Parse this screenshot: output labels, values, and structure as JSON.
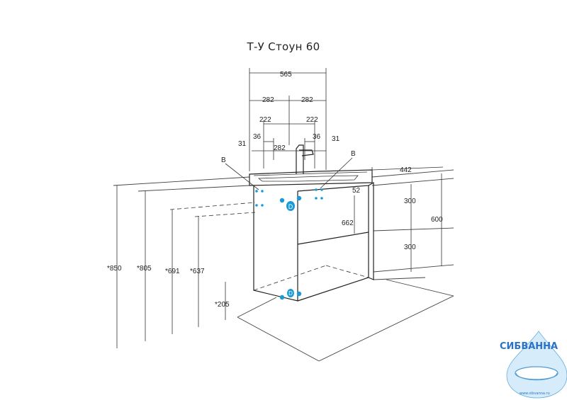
{
  "title": "Т-У Стоун 60",
  "dimensions": {
    "width_total": "565",
    "half_left": "282",
    "half_right": "282",
    "inner_left": "222",
    "inner_right": "222",
    "offset_left": "36",
    "offset_right": "36",
    "offset_left_31": "31",
    "offset_right_31": "31",
    "mid_282": "282",
    "depth": "442",
    "height_52": "52",
    "height_300_top": "300",
    "height_300_bottom": "300",
    "height_600": "600",
    "height_662": "662",
    "h_850": "*850",
    "h_805": "*805",
    "h_691": "*691",
    "h_637": "*637",
    "h_205": "*205"
  },
  "labels": {
    "b_left": "B",
    "b_right": "B",
    "d_top": "D",
    "d_bottom": "D"
  },
  "logo": {
    "name": "СИБВАННА",
    "url": "www.sibvanna.ru"
  },
  "colors": {
    "connector": "#1a9ad6",
    "logo": "#2a72c9"
  }
}
